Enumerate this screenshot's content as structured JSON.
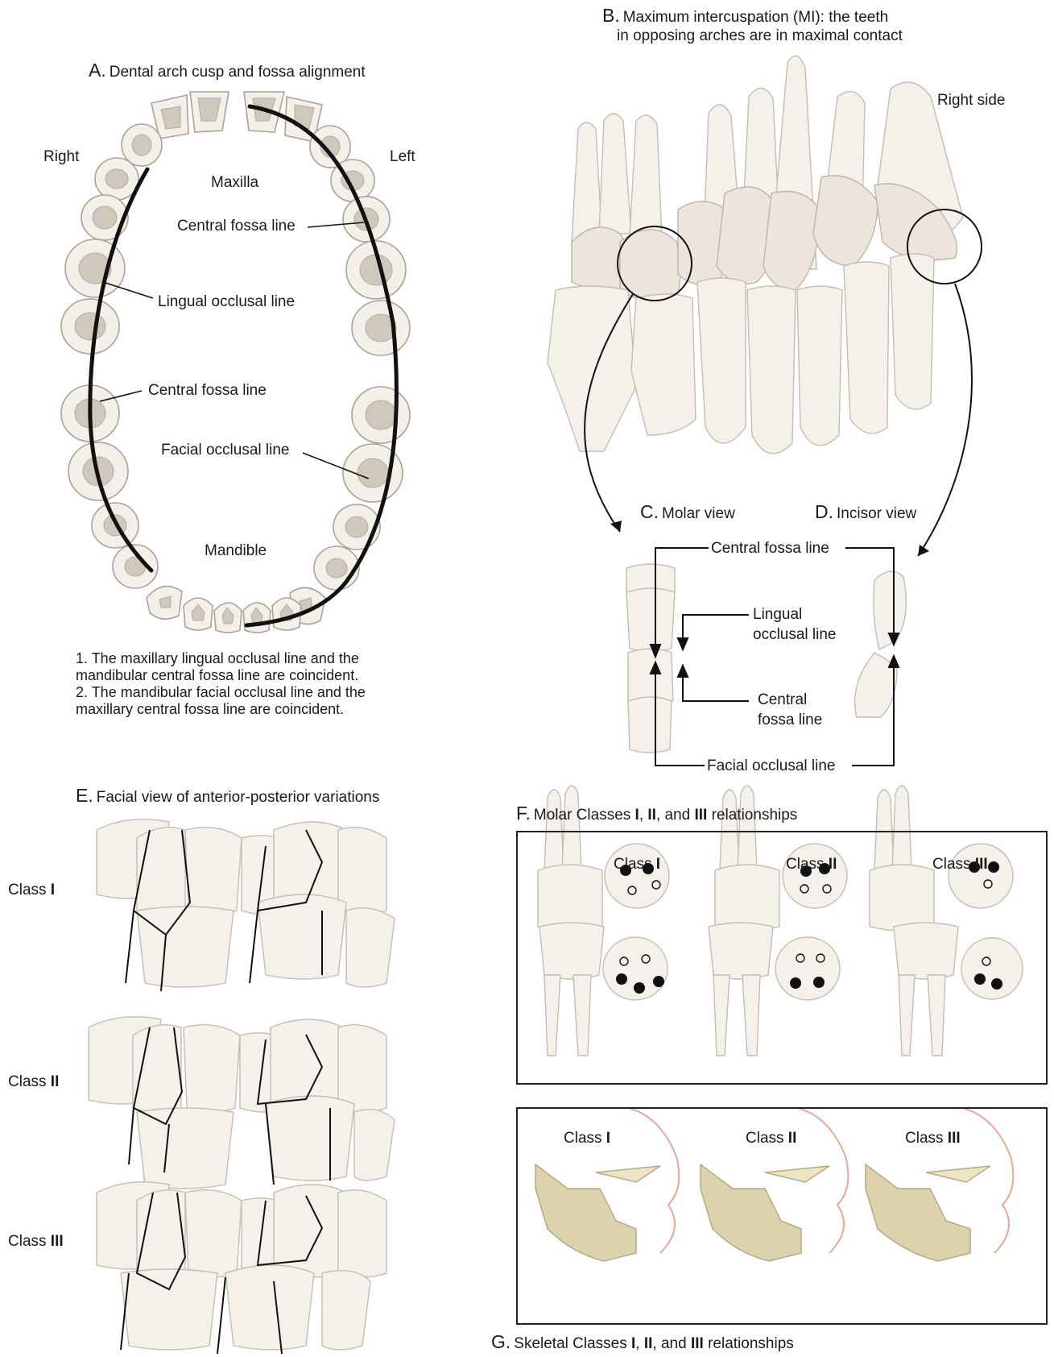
{
  "panel_a": {
    "letter": "A.",
    "title": "Dental arch cusp and fossa alignment",
    "right": "Right",
    "left": "Left",
    "maxilla": "Maxilla",
    "mandible": "Mandible",
    "central_fossa_upper": "Central fossa line",
    "lingual_occlusal": "Lingual occlusal line",
    "central_fossa_lower": "Central fossa line",
    "facial_occlusal": "Facial occlusal line",
    "note_1": "1. The maxillary lingual occlusal line and the mandibular central fossa line are coincident.",
    "note_2": "2. The mandibular facial occlusal line and the maxillary central fossa line are coincident."
  },
  "panel_b": {
    "letter": "B.",
    "title_line1": "Maximum intercuspation (MI): the teeth",
    "title_line2": "in opposing arches are in maximal contact",
    "side": "Right side"
  },
  "panel_c": {
    "letter": "C.",
    "title": "Molar view"
  },
  "panel_d": {
    "letter": "D.",
    "title": "Incisor view"
  },
  "detail_labels": {
    "central_fossa_top": "Central fossa line",
    "lingual_1": "Lingual",
    "lingual_2": "occlusal line",
    "central_1": "Central",
    "central_2": "fossa line",
    "facial": "Facial occlusal line"
  },
  "panel_e": {
    "letter": "E.",
    "title": "Facial view of anterior-posterior variations",
    "rows": [
      {
        "prefix": "Class ",
        "numeral": "I"
      },
      {
        "prefix": "Class ",
        "numeral": "II"
      },
      {
        "prefix": "Class ",
        "numeral": "III"
      }
    ]
  },
  "panel_f": {
    "letter": "F.",
    "title_parts": [
      "Molar Classes ",
      "I",
      ", ",
      "II",
      ", and ",
      "III",
      " relationships"
    ],
    "classes": [
      {
        "prefix": "Class ",
        "numeral": "I"
      },
      {
        "prefix": "Class ",
        "numeral": "II"
      },
      {
        "prefix": "Class ",
        "numeral": "III"
      }
    ]
  },
  "panel_g": {
    "letter": "G.",
    "title_parts": [
      "Skeletal Classes ",
      "I",
      ", ",
      "II",
      ", and ",
      "III",
      " relationships"
    ],
    "classes": [
      {
        "prefix": "Class ",
        "numeral": "I"
      },
      {
        "prefix": "Class ",
        "numeral": "II"
      },
      {
        "prefix": "Class ",
        "numeral": "III"
      }
    ]
  },
  "colors": {
    "tooth": "#f3efe9",
    "tooth_outline": "#a9a297",
    "line": "#111111",
    "bone": "#d9cfa8",
    "soft_tissue": "#f3c9c2"
  }
}
